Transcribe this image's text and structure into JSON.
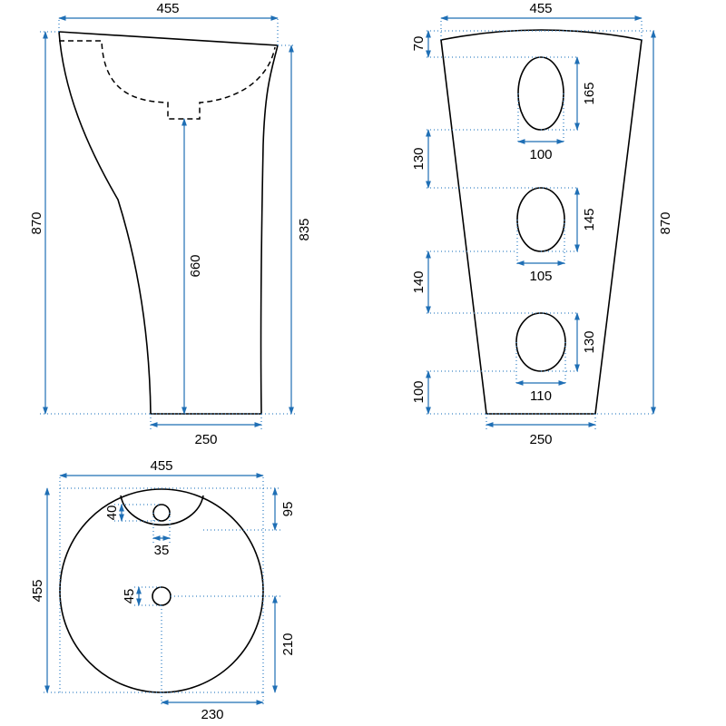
{
  "colors": {
    "dimension": "#1f6fb5",
    "outline": "#000000"
  },
  "side_view": {
    "top_width": "455",
    "total_height": "870",
    "basin_height": "835",
    "drain_height": "660",
    "base_width": "250"
  },
  "front_view": {
    "top_width": "455",
    "top_offset": "70",
    "hole1_height": "165",
    "hole1_width": "100",
    "gap1": "130",
    "hole2_height": "145",
    "hole2_width": "105",
    "gap2": "140",
    "hole3_height": "130",
    "hole3_width": "110",
    "bottom_offset": "100",
    "total_height": "870",
    "base_width": "250"
  },
  "top_view": {
    "width": "455",
    "height": "455",
    "tap_hole_dia": "40",
    "tap_hole_offset": "35",
    "tap_area_depth": "95",
    "drain_dia": "45",
    "drain_from_bottom": "210",
    "drain_from_right": "230"
  }
}
